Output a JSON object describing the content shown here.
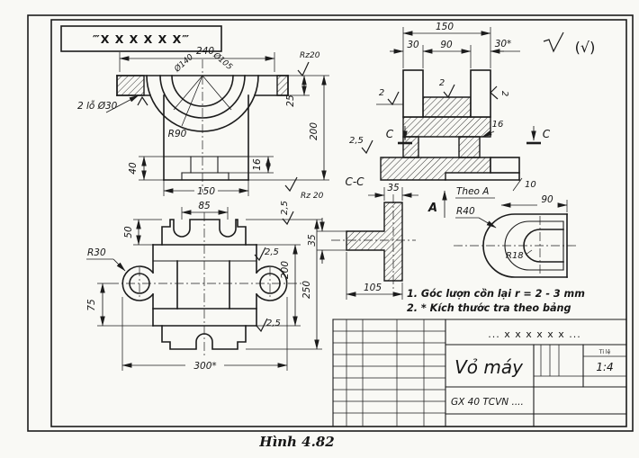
{
  "sheet": {
    "stamp": "‴X X X X X X‴",
    "finish_note": "(√)",
    "caption": "Hình 4.82"
  },
  "front": {
    "dim240": "240",
    "dim25": "25",
    "dim200": "200",
    "dim40": "40",
    "dim16": "16",
    "dim150": "150",
    "r90": "R90",
    "dia140": "Ø140",
    "dia105": "Ø105",
    "holes": "2 lỗ Ø30",
    "rz_top": "Rz20",
    "rz_bot": "Rz 20"
  },
  "plan": {
    "dim85": "85",
    "dim50": "50",
    "dim75": "75",
    "r30": "R30",
    "dim200": "200",
    "dim250": "250",
    "dim300": "300*",
    "rough_top": "2,5",
    "rough_mid": "2,5",
    "rough_bot": "2,5"
  },
  "section": {
    "dim150": "150",
    "dim30_left": "30",
    "dim90": "90",
    "dim30_right": "30*",
    "dim16": "16",
    "dim10": "10",
    "rough_left": "2",
    "rough_top": "2",
    "rough_right": "2",
    "rough_base": "2,5",
    "cut_left": "C",
    "cut_right": "C"
  },
  "section_cc": {
    "label": "C-C",
    "dim35_top": "35",
    "dim35_side": "35",
    "dim105": "105"
  },
  "detail": {
    "arrow": "A",
    "title": "Theo A",
    "r40": "R40",
    "r18": "R18",
    "dim90": "90"
  },
  "notes": {
    "line1": "1. Góc lượn cò̀n lại r = 2 - 3 mm",
    "line2": "2. * Kích thước tra theo bảng"
  },
  "title_block": {
    "header": "... x x x x x x ...",
    "part_name": "Vỏ máy",
    "material": "GX 40 TCVN ....",
    "scale_label": "Tỉ lệ",
    "scale": "1:4"
  }
}
